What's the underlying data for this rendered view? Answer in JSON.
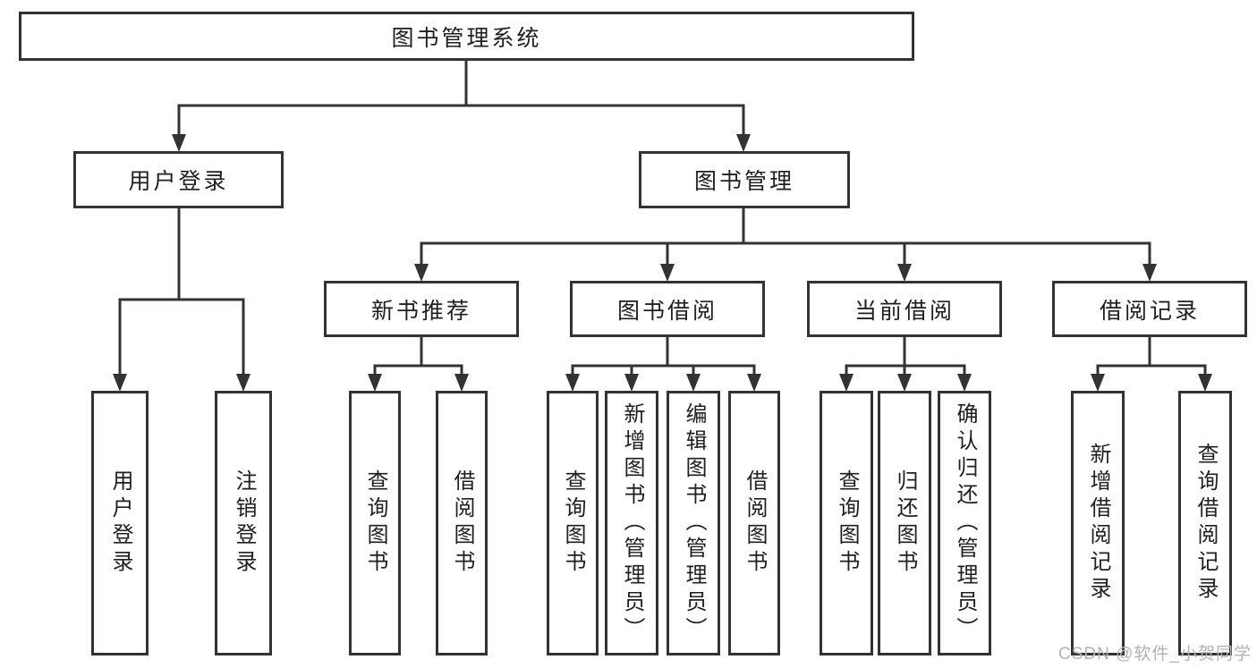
{
  "diagram": {
    "root": "图书管理系统",
    "level2": {
      "user_login": {
        "label": "用户登录",
        "children": [
          "用户登录",
          "注销登录"
        ]
      },
      "book_management": {
        "label": "图书管理",
        "sections": {
          "new_books": {
            "label": "新书推荐",
            "children": [
              "查询图书",
              "借阅图书"
            ]
          },
          "book_borrowing": {
            "label": "图书借阅",
            "children": [
              "查询图书",
              "新增图书（管理员）",
              "编辑图书（管理员）",
              "借阅图书"
            ]
          },
          "current_borrowing": {
            "label": "当前借阅",
            "children": [
              "查询图书",
              "归还图书",
              "确认归还（管理员）"
            ]
          },
          "borrowing_records": {
            "label": "借阅记录",
            "children": [
              "新增借阅记录",
              "查询借阅记录"
            ]
          }
        }
      }
    }
  },
  "watermark": "CSDN @软件_小贺同学",
  "colors": {
    "line": "#333333",
    "text": "#1f1f1f",
    "box_background": "#ffffff",
    "watermark": "#b3b3b3",
    "background": "#ffffff"
  }
}
